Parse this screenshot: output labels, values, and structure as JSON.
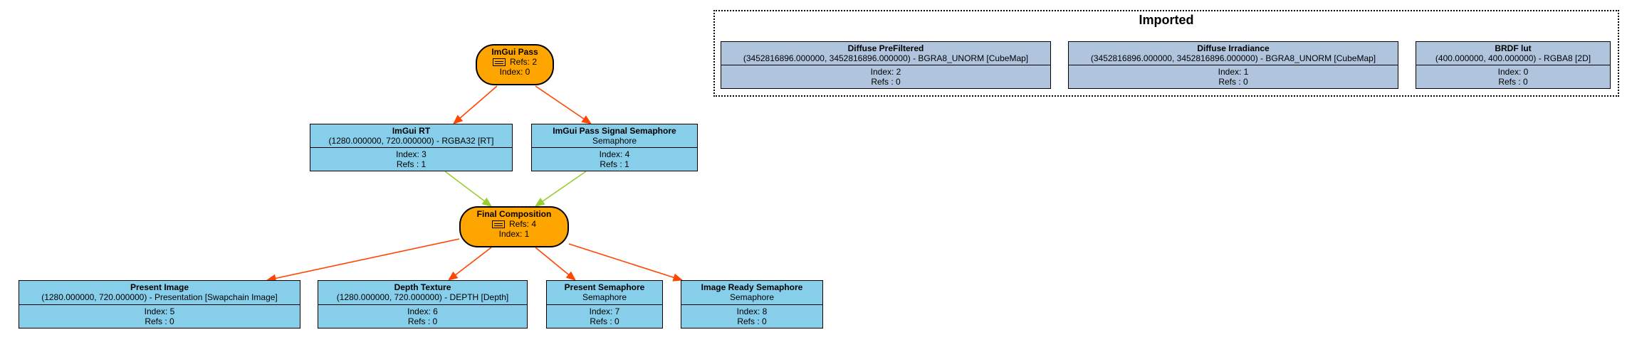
{
  "colors": {
    "pass_fill": "#ffa500",
    "resource_fill": "#87ceeb",
    "imported_fill": "#b0c4de",
    "write_edge": "#ff4500",
    "read_edge": "#9acd32"
  },
  "cluster": {
    "title": "Imported"
  },
  "passes": {
    "imgui": {
      "name": "ImGui Pass",
      "refs": "Refs: 2",
      "index": "Index: 0",
      "icon": "list-icon"
    },
    "final": {
      "name": "Final Composition",
      "refs": "Refs: 4",
      "index": "Index: 1",
      "icon": "list-icon"
    }
  },
  "resources": {
    "imgui_rt": {
      "name": "ImGui RT",
      "desc": "(1280.000000, 720.000000) - RGBA32 [RT]",
      "index": "Index: 3",
      "refs": "Refs : 1"
    },
    "imgui_sem": {
      "name": "ImGui Pass Signal Semaphore",
      "desc": "Semaphore",
      "index": "Index: 4",
      "refs": "Refs : 1"
    },
    "present_image": {
      "name": "Present Image",
      "desc": "(1280.000000, 720.000000) - Presentation [Swapchain Image]",
      "index": "Index: 5",
      "refs": "Refs : 0"
    },
    "depth_texture": {
      "name": "Depth Texture",
      "desc": "(1280.000000, 720.000000) - DEPTH [Depth]",
      "index": "Index: 6",
      "refs": "Refs : 0"
    },
    "present_sem": {
      "name": "Present Semaphore",
      "desc": "Semaphore",
      "index": "Index: 7",
      "refs": "Refs : 0"
    },
    "image_ready_sem": {
      "name": "Image Ready Semaphore",
      "desc": "Semaphore",
      "index": "Index: 8",
      "refs": "Refs : 0"
    },
    "diffuse_prefiltered": {
      "name": "Diffuse PreFiltered",
      "desc": "(3452816896.000000, 3452816896.000000) - BGRA8_UNORM [CubeMap]",
      "index": "Index: 2",
      "refs": "Refs : 0"
    },
    "diffuse_irradiance": {
      "name": "Diffuse Irradiance",
      "desc": "(3452816896.000000, 3452816896.000000) - BGRA8_UNORM [CubeMap]",
      "index": "Index: 1",
      "refs": "Refs : 0"
    },
    "brdf_lut": {
      "name": "BRDF lut",
      "desc": "(400.000000, 400.000000) - RGBA8 [2D]",
      "index": "Index: 0",
      "refs": "Refs : 0"
    }
  },
  "edges": [
    {
      "from": "imgui",
      "to": "imgui_rt",
      "kind": "write"
    },
    {
      "from": "imgui",
      "to": "imgui_sem",
      "kind": "write"
    },
    {
      "from": "imgui_rt",
      "to": "final",
      "kind": "read"
    },
    {
      "from": "imgui_sem",
      "to": "final",
      "kind": "read"
    },
    {
      "from": "final",
      "to": "present_image",
      "kind": "write"
    },
    {
      "from": "final",
      "to": "depth_texture",
      "kind": "write"
    },
    {
      "from": "final",
      "to": "present_sem",
      "kind": "write"
    },
    {
      "from": "final",
      "to": "image_ready_sem",
      "kind": "write"
    }
  ]
}
